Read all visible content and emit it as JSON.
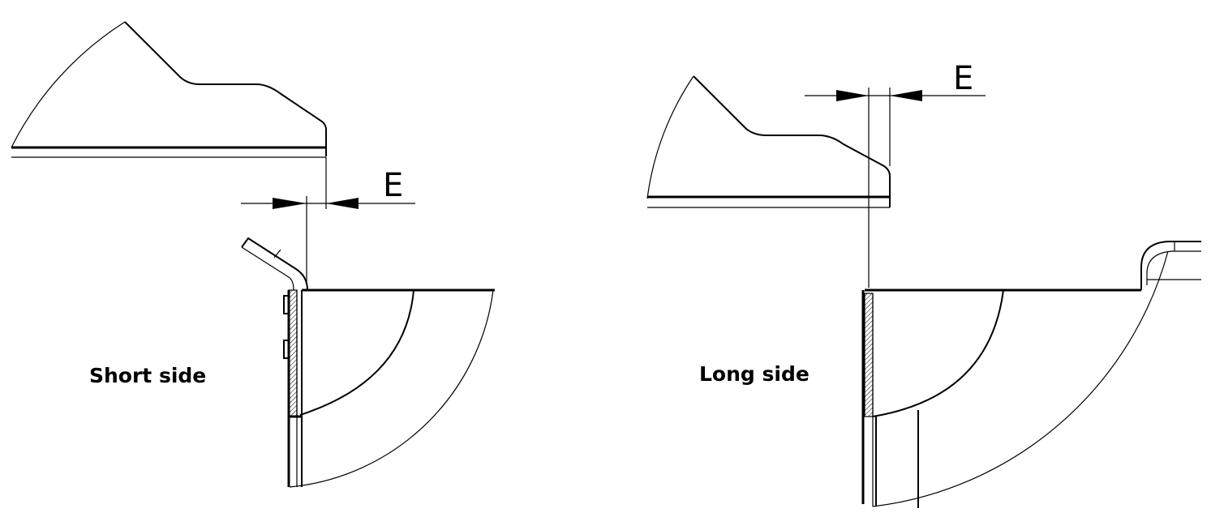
{
  "short_side": {
    "label": "Short side",
    "dimension_letter": "E"
  },
  "long_side": {
    "label": "Long side",
    "dimension_letter": "E"
  }
}
